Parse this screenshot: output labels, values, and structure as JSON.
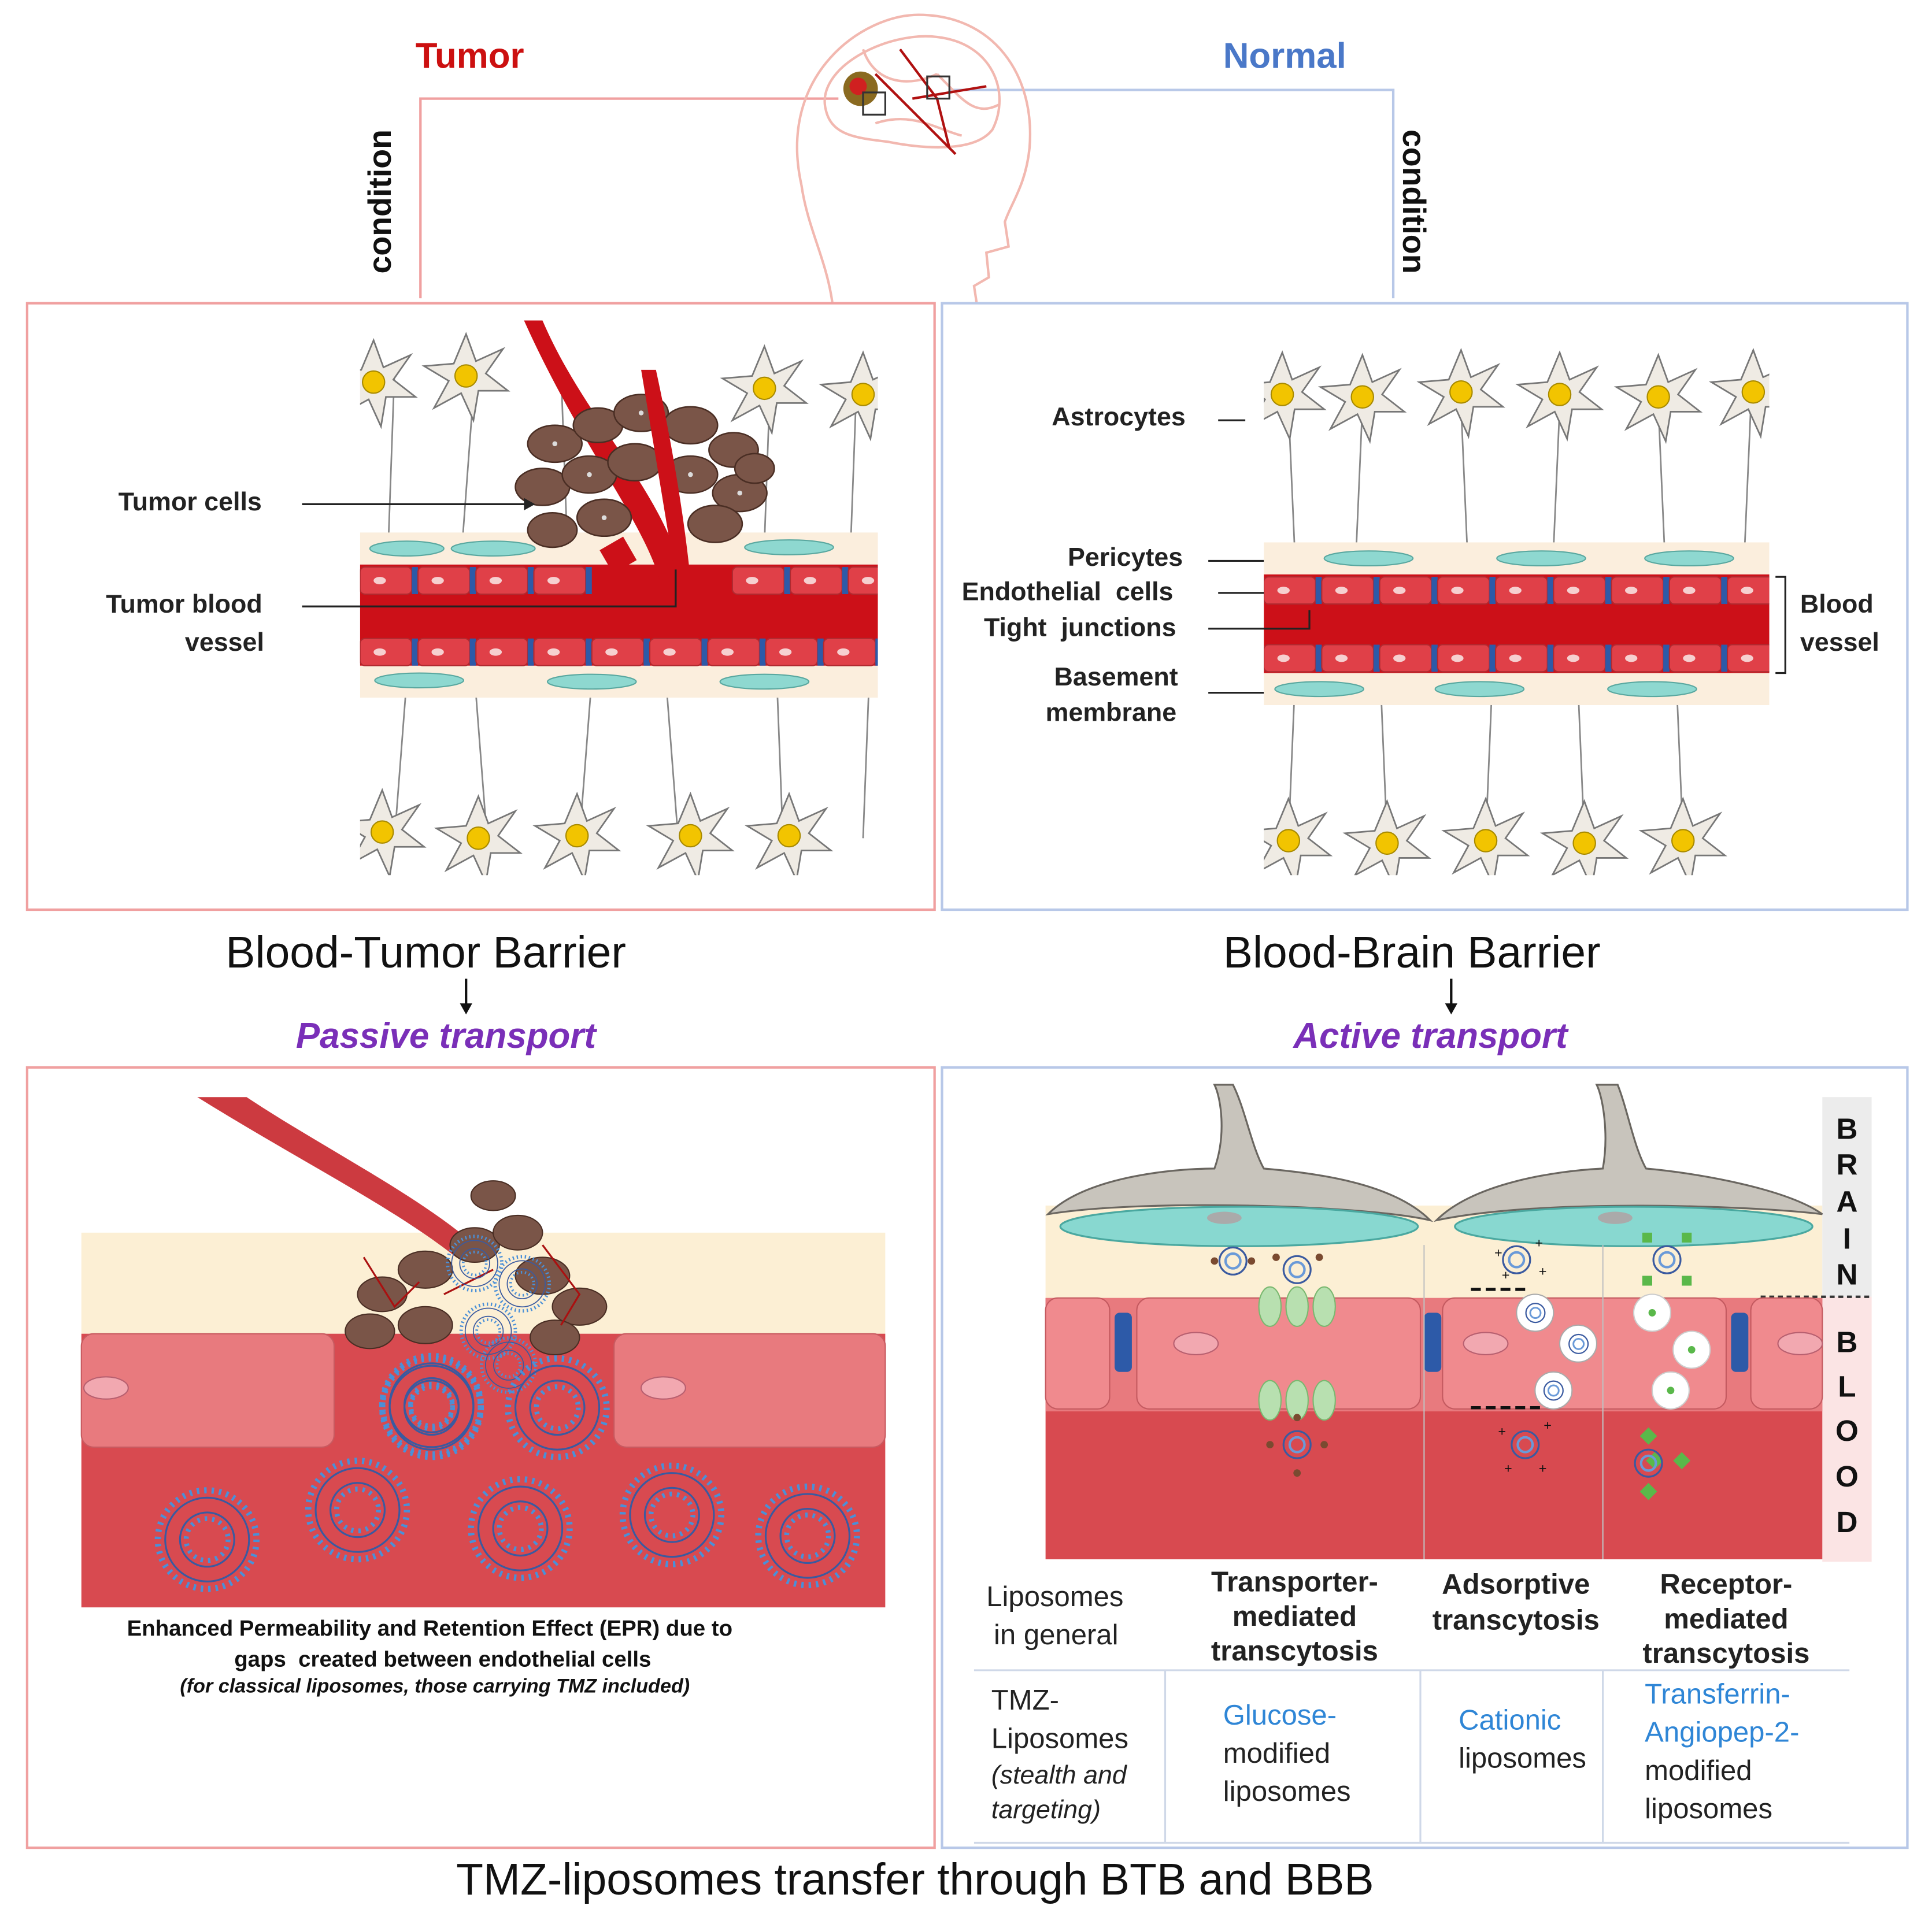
{
  "header": {
    "tumor_label": "Tumor",
    "normal_label": "Normal",
    "condition_left": "condition",
    "condition_right": "condition"
  },
  "btb_panel": {
    "tumor_cells_label": "Tumor cells",
    "tumor_vessel_line1": "Tumor blood",
    "tumor_vessel_line2": "vessel"
  },
  "bbb_panel": {
    "astrocytes": "Astrocytes",
    "pericytes": "Pericytes",
    "endothelial": "Endothelial  cells",
    "tight": "Tight  junctions",
    "basement_line1": "Basement",
    "basement_line2": "membrane",
    "blood_vessel_line1": "Blood",
    "blood_vessel_line2": "vessel"
  },
  "titles": {
    "btb": "Blood-Tumor Barrier",
    "bbb": "Blood-Brain Barrier",
    "passive": "Passive transport",
    "active": "Active transport",
    "footer": "TMZ-liposomes transfer through BTB and BBB"
  },
  "epr": {
    "line1": "Enhanced Permeability and Retention Effect  (EPR) due to",
    "line2": "gaps  created between endothelial cells",
    "line3": "(for classical liposomes, those carrying TMZ included)"
  },
  "side_letters": {
    "brain": [
      "B",
      "R",
      "A",
      "I",
      "N"
    ],
    "blood": [
      "B",
      "L",
      "O",
      "O",
      "D"
    ]
  },
  "table": {
    "row1_label_a": "Liposomes",
    "row1_label_b": "in general",
    "col1_a": "Transporter-",
    "col1_b": "mediated",
    "col1_c": "transcytosis",
    "col2_a": "Adsorptive",
    "col2_b": "transcytosis",
    "col3_a": "Receptor-",
    "col3_b": "mediated",
    "col3_c": "transcytosis",
    "row2_label_a": "TMZ-",
    "row2_label_b": "Liposomes",
    "row2_label_c": "(stealth and",
    "row2_label_d": "targeting)",
    "v1_a": "Glucose-",
    "v1_b": "modified",
    "v1_c": "liposomes",
    "v2_a": "Cationic",
    "v2_b": "liposomes",
    "v3_a": "Transferrin-",
    "v3_b": "Angiopep-2-",
    "v3_c": "modified",
    "v3_d": "liposomes"
  },
  "colors": {
    "tumor_red": "#cc1010",
    "normal_blue": "#4a78c8",
    "purple": "#7a2fb8",
    "vessel_red": "#cc1018",
    "highlight_blue": "#2f86d6"
  }
}
